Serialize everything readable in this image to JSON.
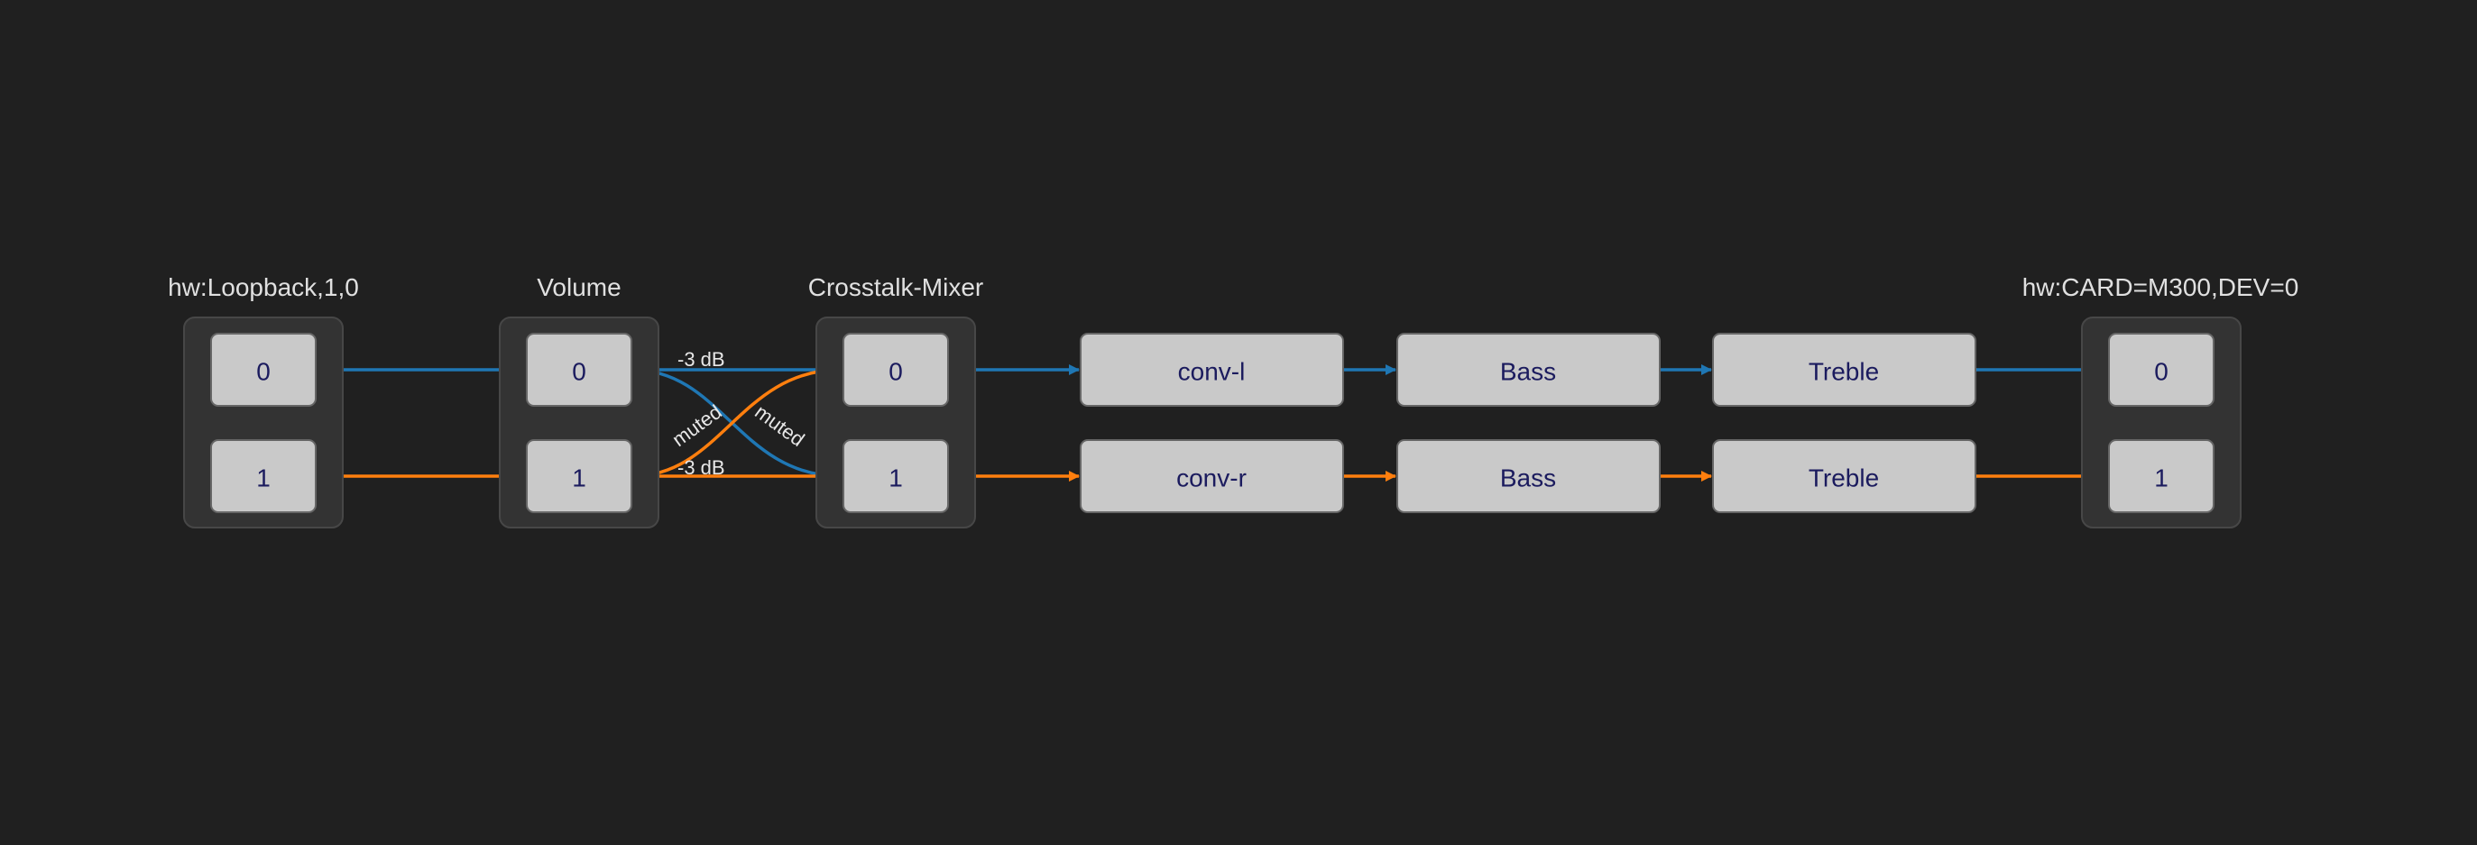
{
  "colors": {
    "background": "#202020",
    "channel_0": "#1f77b4",
    "channel_1": "#ff7f0e",
    "node_fill": "#c9c9c9",
    "node_text": "#1b1b5e",
    "group_fill": "#333333"
  },
  "groups": {
    "capture": {
      "title": "hw:Loopback,1,0",
      "channels": [
        "0",
        "1"
      ]
    },
    "volume": {
      "title": "Volume",
      "channels": [
        "0",
        "1"
      ]
    },
    "mixer": {
      "title": "Crosstalk-Mixer",
      "channels": [
        "0",
        "1"
      ]
    },
    "playback": {
      "title": "hw:CARD=M300,DEV=0",
      "channels": [
        "0",
        "1"
      ]
    }
  },
  "filters": {
    "conv_l": "conv-l",
    "conv_r": "conv-r",
    "bass_0": "Bass",
    "bass_1": "Bass",
    "treble_0": "Treble",
    "treble_1": "Treble"
  },
  "edge_labels": {
    "vol0_mix0": "-3 dB",
    "vol1_mix1": "-3 dB",
    "vol1_mix0": "muted",
    "vol0_mix1": "muted"
  }
}
